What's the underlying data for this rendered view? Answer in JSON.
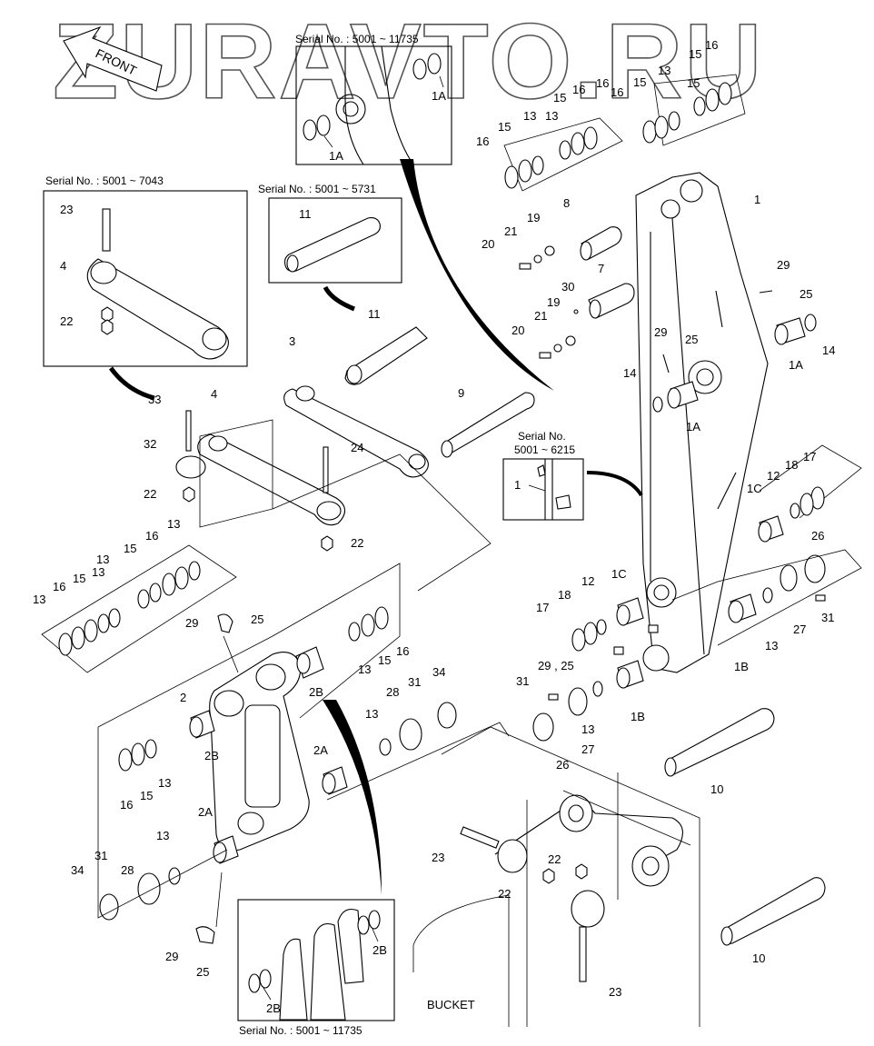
{
  "watermark": "ZURAVTO.RU",
  "front_label": "FRONT",
  "bucket_label": "BUCKET",
  "serial_notes": {
    "top": "Serial No. : 5001 ~ 11735",
    "link_box": "Serial No. : 5001 ~ 7043",
    "pin_box": "Serial No. : 5001 ~ 5731",
    "arm_box_line1": "Serial No.",
    "arm_box_line2": "5001 ~ 6215",
    "bottom": "Serial No. : 5001 ~ 11735"
  },
  "callouts": {
    "top_box": [
      "1A",
      "1A"
    ],
    "top_right": [
      "1",
      "13",
      "15",
      "16",
      "15",
      "16",
      "13",
      "15",
      "16",
      "16",
      "15",
      "13",
      "15",
      "16"
    ],
    "arm_pins": [
      "8",
      "19",
      "21",
      "20",
      "7",
      "30",
      "19",
      "21",
      "20",
      "29",
      "25",
      "14",
      "1A",
      "29",
      "25",
      "1A",
      "14"
    ],
    "link_box": [
      "23",
      "4",
      "22"
    ],
    "pin_box": [
      "11"
    ],
    "link_area": [
      "11",
      "3",
      "9",
      "33",
      "4",
      "32",
      "24",
      "22",
      "22"
    ],
    "arm_box": [
      "1"
    ],
    "right_side": [
      "17",
      "18",
      "12",
      "1C",
      "26",
      "27",
      "31",
      "13",
      "1B"
    ],
    "arm_lower": [
      "1C",
      "12",
      "18",
      "17",
      "29 , 25",
      "31",
      "13",
      "1B",
      "27",
      "26"
    ],
    "left_washers": [
      "16",
      "13",
      "13",
      "15",
      "13",
      "16",
      "15",
      "13"
    ],
    "left_link": [
      "29",
      "25",
      "16",
      "15",
      "13",
      "2B",
      "2",
      "2B",
      "34",
      "31",
      "28",
      "13",
      "2A",
      "13",
      "15",
      "16",
      "2A",
      "13",
      "28",
      "31",
      "34",
      "29",
      "25"
    ],
    "bottom_box": [
      "2B",
      "2B"
    ],
    "bucket": [
      "10",
      "10",
      "23",
      "22",
      "22",
      "23"
    ]
  }
}
